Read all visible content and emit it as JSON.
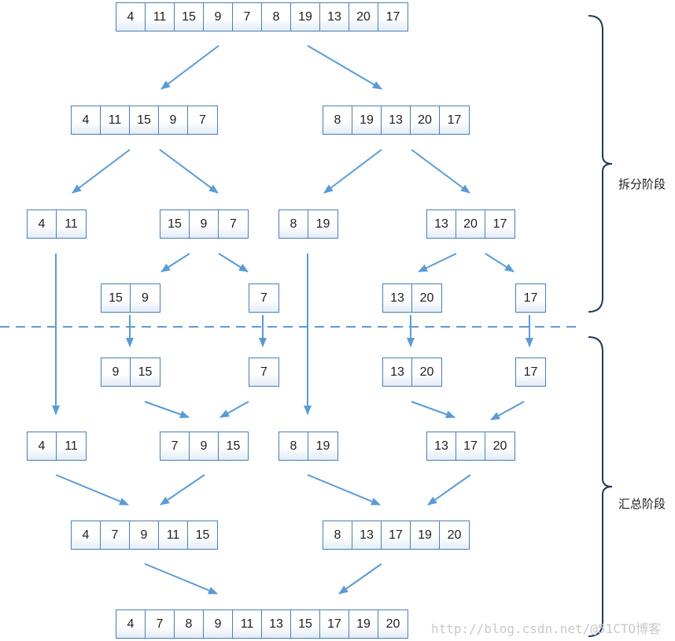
{
  "split_phase_label": "拆分阶段",
  "merge_phase_label": "汇总阶段",
  "watermark": "http://blog.csdn.net/@51CTO博客",
  "arrays": [
    {
      "id": "root",
      "stage": "split",
      "values": [
        4,
        11,
        15,
        9,
        7,
        8,
        19,
        13,
        20,
        17
      ]
    },
    {
      "id": "split-l",
      "stage": "split",
      "values": [
        4,
        11,
        15,
        9,
        7
      ]
    },
    {
      "id": "split-r",
      "stage": "split",
      "values": [
        8,
        19,
        13,
        20,
        17
      ]
    },
    {
      "id": "split-ll",
      "stage": "split",
      "values": [
        4,
        11
      ]
    },
    {
      "id": "split-lr",
      "stage": "split",
      "values": [
        15,
        9,
        7
      ]
    },
    {
      "id": "split-rl",
      "stage": "split",
      "values": [
        8,
        19
      ]
    },
    {
      "id": "split-rr",
      "stage": "split",
      "values": [
        13,
        20,
        17
      ]
    },
    {
      "id": "split-lrl",
      "stage": "split",
      "values": [
        15,
        9
      ]
    },
    {
      "id": "split-lrr",
      "stage": "split",
      "values": [
        7
      ]
    },
    {
      "id": "split-rrl",
      "stage": "split",
      "values": [
        13,
        20
      ]
    },
    {
      "id": "split-rrr",
      "stage": "split",
      "values": [
        17
      ]
    },
    {
      "id": "sorted-lrl",
      "stage": "merge",
      "values": [
        9,
        15
      ]
    },
    {
      "id": "sorted-lrr",
      "stage": "merge",
      "values": [
        7
      ]
    },
    {
      "id": "sorted-rrl",
      "stage": "merge",
      "values": [
        13,
        20
      ]
    },
    {
      "id": "sorted-rrr",
      "stage": "merge",
      "values": [
        17
      ]
    },
    {
      "id": "merged-ll",
      "stage": "merge",
      "values": [
        4,
        11
      ]
    },
    {
      "id": "merged-lr",
      "stage": "merge",
      "values": [
        7,
        9,
        15
      ]
    },
    {
      "id": "merged-rl",
      "stage": "merge",
      "values": [
        8,
        19
      ]
    },
    {
      "id": "merged-rr",
      "stage": "merge",
      "values": [
        13,
        17,
        20
      ]
    },
    {
      "id": "merged-l",
      "stage": "merge",
      "values": [
        4,
        7,
        9,
        11,
        15
      ]
    },
    {
      "id": "merged-r",
      "stage": "merge",
      "values": [
        8,
        13,
        17,
        19,
        20
      ]
    },
    {
      "id": "final",
      "stage": "merge",
      "values": [
        4,
        7,
        8,
        9,
        11,
        13,
        15,
        17,
        19,
        20
      ]
    }
  ],
  "edges": [
    [
      "root",
      "split-l"
    ],
    [
      "root",
      "split-r"
    ],
    [
      "split-l",
      "split-ll"
    ],
    [
      "split-l",
      "split-lr"
    ],
    [
      "split-r",
      "split-rl"
    ],
    [
      "split-r",
      "split-rr"
    ],
    [
      "split-lr",
      "split-lrl"
    ],
    [
      "split-lr",
      "split-lrr"
    ],
    [
      "split-rr",
      "split-rrl"
    ],
    [
      "split-rr",
      "split-rrr"
    ],
    [
      "split-lrl",
      "sorted-lrl"
    ],
    [
      "split-lrr",
      "sorted-lrr"
    ],
    [
      "split-rrl",
      "sorted-rrl"
    ],
    [
      "split-rrr",
      "sorted-rrr"
    ],
    [
      "split-ll",
      "merged-ll"
    ],
    [
      "split-rl",
      "merged-rl"
    ],
    [
      "sorted-lrl",
      "merged-lr"
    ],
    [
      "sorted-lrr",
      "merged-lr"
    ],
    [
      "sorted-rrl",
      "merged-rr"
    ],
    [
      "sorted-rrr",
      "merged-rr"
    ],
    [
      "merged-ll",
      "merged-l"
    ],
    [
      "merged-lr",
      "merged-l"
    ],
    [
      "merged-rl",
      "merged-r"
    ],
    [
      "merged-rr",
      "merged-r"
    ],
    [
      "merged-l",
      "final"
    ],
    [
      "merged-r",
      "final"
    ]
  ],
  "colors": {
    "arrow": "#5b9bd5",
    "box_border": "#4a7fb5",
    "divider": "#5b9bd5",
    "brace": "#1f3a5a"
  }
}
